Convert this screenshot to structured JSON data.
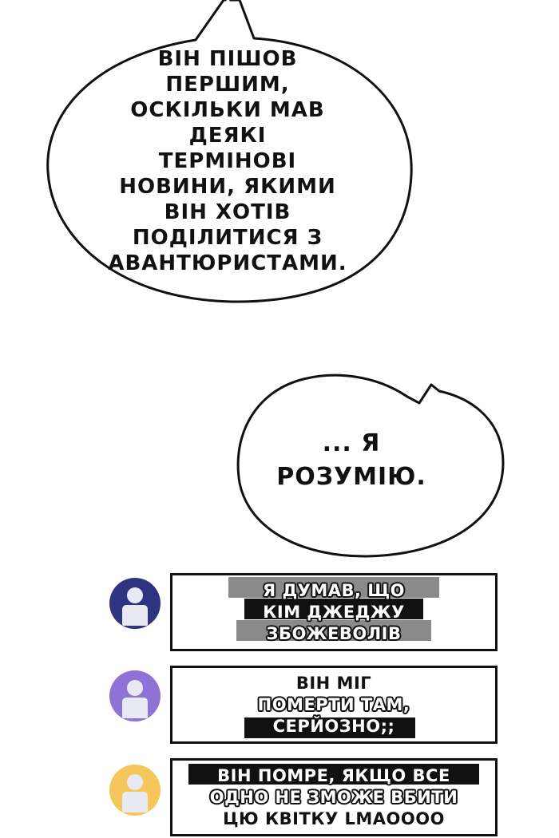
{
  "bubble_1": {
    "lines": [
      "він пішов",
      "першим,",
      "оскільки мав",
      "деякі",
      "термінові",
      "новини, якими",
      "він хотів",
      "поділитися з",
      "авантюристами."
    ]
  },
  "bubble_2": {
    "lines": [
      "... я",
      "розумію."
    ]
  },
  "comments": [
    {
      "avatar_color": "#2f3480",
      "lines": [
        "я думав, що",
        "кім джеджу",
        "збожеволів"
      ]
    },
    {
      "avatar_color": "#8e72d6",
      "lines": [
        "він міг",
        "померти там,",
        "серйозно;;"
      ]
    },
    {
      "avatar_color": "#f5c65a",
      "lines": [
        "він помре, якщо все",
        "одно не зможе вбити",
        "цю квітку lmaoooo"
      ]
    }
  ]
}
